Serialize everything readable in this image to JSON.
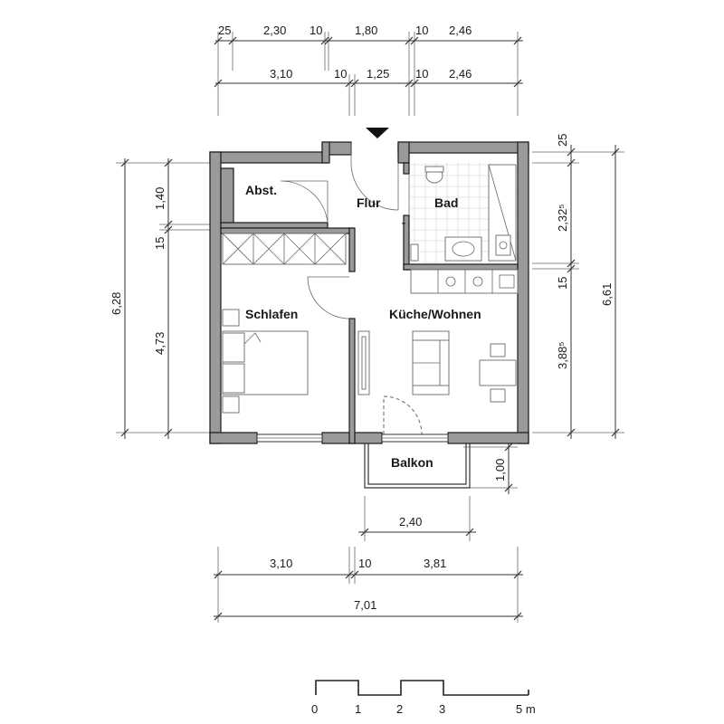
{
  "rooms": {
    "abst": "Abst.",
    "flur": "Flur",
    "bad": "Bad",
    "schlafen": "Schlafen",
    "kueche": "Küche/Wohnen",
    "balkon": "Balkon"
  },
  "dims_top": {
    "row1": [
      "25",
      "2,30",
      "10",
      "1,80",
      "10",
      "2,46"
    ],
    "row2": [
      "3,10",
      "10",
      "1,25",
      "10",
      "2,46"
    ]
  },
  "dims_left": {
    "inner": [
      "1,40",
      "15",
      "4,73"
    ],
    "outer": "6,28"
  },
  "dims_right": {
    "inner": [
      "25",
      "2,32⁵",
      "15",
      "3,88⁵"
    ],
    "outer": "6,61",
    "balcony": "1,00"
  },
  "dims_bottom": {
    "balcony_width": "2,40",
    "row1": [
      "3,10",
      "10",
      "3,81"
    ],
    "total": "7,01"
  },
  "scale_bar": {
    "labels": [
      "0",
      "1",
      "2",
      "3",
      "5 m"
    ]
  }
}
